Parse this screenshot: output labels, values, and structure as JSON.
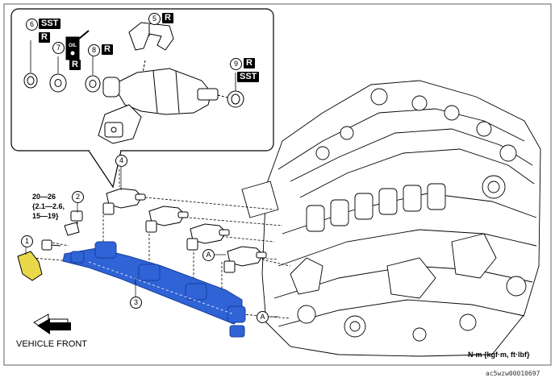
{
  "callouts": {
    "c1": "1",
    "c2": "2",
    "c3": "3",
    "c4": "4",
    "c5": "5",
    "c6": "6",
    "c7": "7",
    "c8": "8",
    "c9": "9",
    "a_left": "A",
    "a_right": "A"
  },
  "badges": {
    "sst_6": "SST",
    "r_6": "R",
    "r_7": "R",
    "r_5": "R",
    "r_8": "R",
    "r_9": "R",
    "sst_9": "SST",
    "oil_tag": "OIL"
  },
  "torque": {
    "line1": "20—26",
    "line2": "{2.1—2.6,",
    "line3": "15—19}"
  },
  "vehicle_front": "VEHICLE FRONT",
  "units_note": "N·m {kgf·m, ft·lbf}",
  "figure_id": "ac5wzw00010697",
  "colors": {
    "rail_blue": "#2f63d6",
    "bracket_yellow": "#e8d84a",
    "line_black": "#000000"
  }
}
